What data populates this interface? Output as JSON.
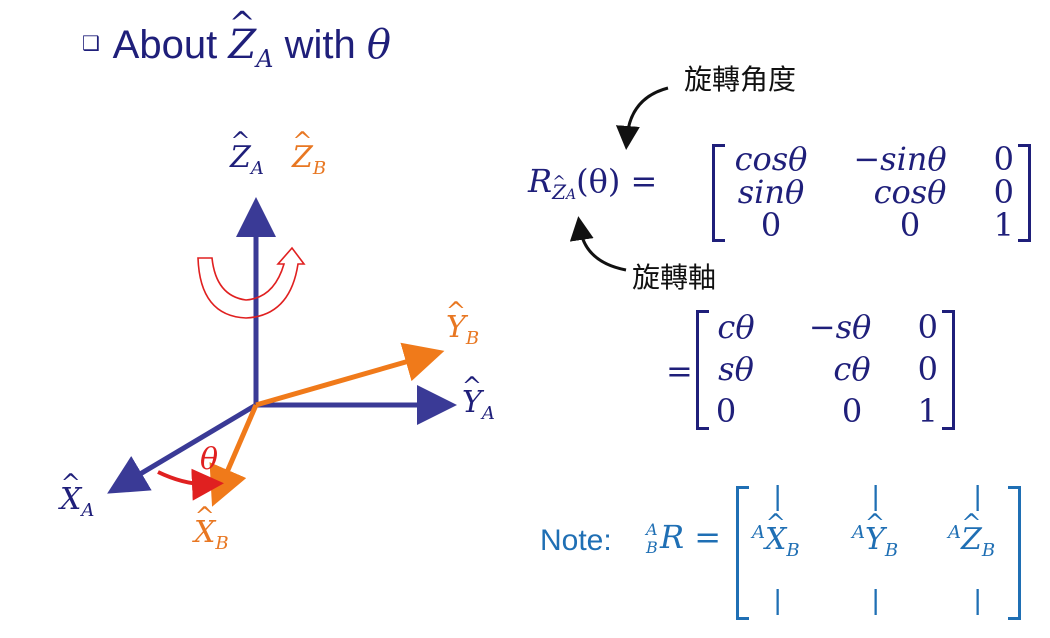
{
  "title": {
    "bullet": "❑",
    "text_prefix": "About ",
    "axis": "Z",
    "axis_sub": "A",
    "mid": " with ",
    "angle": "θ"
  },
  "diagram": {
    "za_label": "Z",
    "za_sub": "A",
    "zb_label": "Z",
    "zb_sub": "B",
    "ya_label": "Y",
    "ya_sub": "A",
    "yb_label": "Y",
    "yb_sub": "B",
    "xa_label": "X",
    "xa_sub": "A",
    "xb_label": "X",
    "xb_sub": "B",
    "theta": "θ",
    "colors": {
      "frame_a": "#3a3a96",
      "frame_b": "#f07a1a",
      "rotation": "#e02020"
    }
  },
  "annotations": {
    "angle_label": "旋轉角度",
    "axis_label": "旋轉軸"
  },
  "matrix1": {
    "lhs_R": "R",
    "lhs_sub": "Z",
    "lhs_subsub": "A",
    "lhs_arg": "(θ) =",
    "rows": [
      [
        "cosθ",
        "−sinθ",
        "0"
      ],
      [
        "sinθ",
        "cosθ",
        "0"
      ],
      [
        "0",
        "0",
        "1"
      ]
    ]
  },
  "matrix2": {
    "eq": "=",
    "rows": [
      [
        "cθ",
        "−sθ",
        "0"
      ],
      [
        "sθ",
        "cθ",
        "0"
      ],
      [
        "0",
        "0",
        "1"
      ]
    ]
  },
  "note": {
    "label": "Note:",
    "lhs_sup": "A",
    "lhs_sub": "B",
    "lhs_R": "R",
    "eq": "=",
    "bar": "|",
    "cols": [
      {
        "sup": "A",
        "sym": "X",
        "sub": "B"
      },
      {
        "sup": "A",
        "sym": "Y",
        "sub": "B"
      },
      {
        "sup": "A",
        "sym": "Z",
        "sub": "B"
      }
    ]
  }
}
